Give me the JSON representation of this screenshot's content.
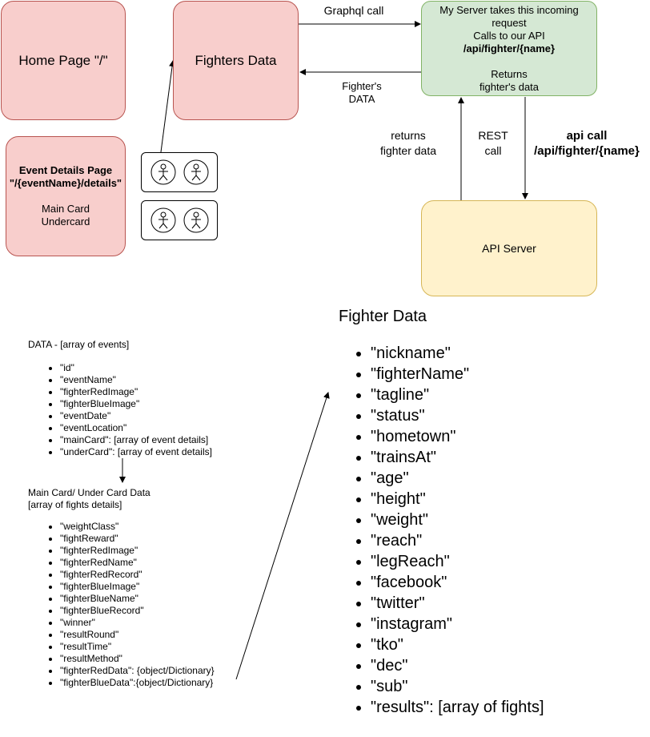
{
  "boxes": {
    "home_page": "Home Page \"/\"",
    "fighters_data": "Fighters Data",
    "event_details": {
      "title": "Event Details Page",
      "route": "\"/{eventName}/details\"",
      "line1": "Main Card",
      "line2": "Undercard"
    },
    "my_server": {
      "line1": "My Server takes this incoming request",
      "line2": "Calls to our API",
      "line3": "/api/fighter/{name}",
      "line4": "Returns",
      "line5": "fighter's data"
    },
    "api_server": "API Server"
  },
  "edge_labels": {
    "graphql": "Graphql call",
    "fighters_data_line1": "Fighter's",
    "fighters_data_line2": "DATA",
    "returns_line1": "returns",
    "returns_line2": "fighter data",
    "rest_line1": "REST",
    "rest_line2": "call",
    "api_call_line1": "api call",
    "api_call_line2": "/api/fighter/{name}"
  },
  "events_data": {
    "title": "DATA - [array of events]",
    "items": [
      "\"id\"",
      "\"eventName\"",
      "\"fighterRedImage\"",
      "\"fighterBlueImage\"",
      "\"eventDate\"",
      "\"eventLocation\"",
      "\"mainCard\": [array of event details]",
      "\"underCard\": [array of event details]"
    ]
  },
  "card_data": {
    "title_line1": "Main Card/ Under Card Data",
    "title_line2": "[array of fights details]",
    "items": [
      "\"weightClass\"",
      "\"fightReward\"",
      "\"fighterRedImage\"",
      "\"fighterRedName\"",
      "\"fighterRedRecord\"",
      "\"fighterBlueImage\"",
      "\"fighterBlueName\"",
      "\"fighterBlueRecord\"",
      "\"winner\"",
      "\"resultRound\"",
      "\"resultTime\"",
      "\"resultMethod\"",
      "\"fighterRedData\": {object/Dictionary}",
      "\"fighterBlueData\":{object/Dictionary}"
    ]
  },
  "fighter_data": {
    "title": "Fighter Data",
    "items": [
      "\"nickname\"",
      "\"fighterName\"",
      "\"tagline\"",
      "\"status\"",
      "\"hometown\"",
      "\"trainsAt\"",
      "\"age\"",
      "\"height\"",
      "\"weight\"",
      "\"reach\"",
      "\"legReach\"",
      "\"facebook\"",
      "\"twitter\"",
      "\"instagram\"",
      "\"tko\"",
      "\"dec\"",
      "\"sub\"",
      "\"results\": [array of fights]"
    ]
  }
}
